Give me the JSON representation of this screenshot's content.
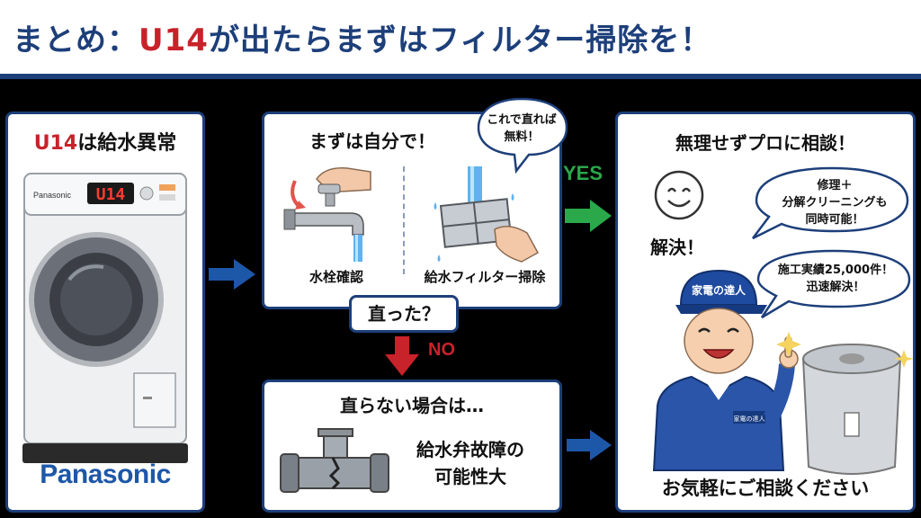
{
  "title": {
    "prefix": "まとめ：",
    "code": "U14",
    "suffix": "が出たらまずはフィルター掃除を！"
  },
  "left_panel": {
    "code": "U14",
    "heading": "は給水異常",
    "display_text": "U14",
    "washer_label": "Panasonic",
    "brand": "Panasonic"
  },
  "step1": {
    "heading": "まずは自分で！",
    "bubble": [
      "これで直れば",
      "無料！"
    ],
    "step_a": "水栓確認",
    "step_b": "給水フィルター掃除"
  },
  "question": "直った？",
  "branches": {
    "yes": "YES",
    "no": "NO"
  },
  "step2": {
    "heading": "直らない場合は…",
    "desc": [
      "給水弁故障の",
      "可能性大"
    ]
  },
  "right_panel": {
    "heading": "無理せずプロに相談！",
    "resolved": "解決！",
    "bubble1": [
      "修理＋",
      "分解クリーニングも",
      "同時可能！"
    ],
    "bubble2": [
      "施工実績25,000件！",
      "迅速解決！"
    ],
    "cap_text": "家電の達人",
    "badge_text": "家電の達人",
    "closing": "お気軽にご相談ください"
  },
  "colors": {
    "navy": "#1d3f7a",
    "red": "#c8222a",
    "green": "#2aa84a",
    "arrow_blue": "#1d57a8"
  }
}
